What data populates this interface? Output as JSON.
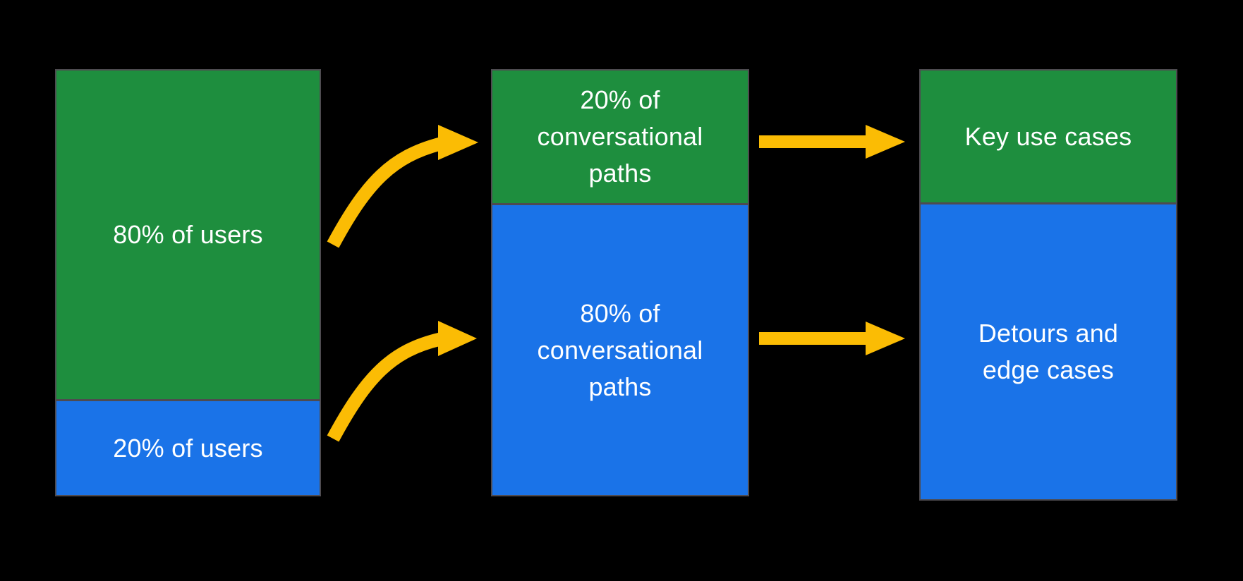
{
  "diagram": {
    "description": "Flow diagram mapping user share to conversational path share to design focus",
    "columns": [
      {
        "id": "users",
        "segments": [
          {
            "label": "80% of users",
            "color_key": "green",
            "value_pct": 80
          },
          {
            "label": "20% of users",
            "color_key": "blue",
            "value_pct": 20
          }
        ]
      },
      {
        "id": "conversational-paths",
        "segments": [
          {
            "label": "20% of\nconversational\npaths",
            "color_key": "green",
            "value_pct": 20
          },
          {
            "label": "80% of\nconversational\npaths",
            "color_key": "blue",
            "value_pct": 80
          }
        ]
      },
      {
        "id": "outcomes",
        "segments": [
          {
            "label": "Key use cases",
            "color_key": "green"
          },
          {
            "label": "Detours and\nedge cases",
            "color_key": "blue"
          }
        ]
      }
    ],
    "arrows": [
      {
        "id": "users-80-to-20-of-paths",
        "style": "curved"
      },
      {
        "id": "users-20-to-80-of-paths",
        "style": "curved"
      },
      {
        "id": "paths-20-to-key-use-cases",
        "style": "straight"
      },
      {
        "id": "paths-80-to-detours",
        "style": "straight"
      }
    ],
    "colors": {
      "green": "#1E8E3E",
      "blue": "#1A73E8",
      "arrow": "#FBBC04",
      "text": "#FFFFFF",
      "border": "#4E4B50",
      "background": "#000000"
    }
  }
}
